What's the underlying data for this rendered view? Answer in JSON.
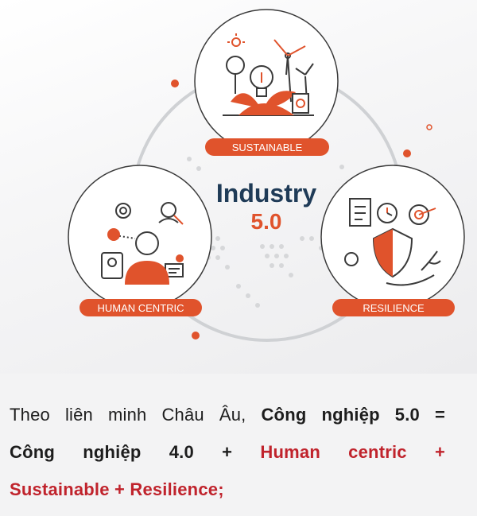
{
  "diagram": {
    "center_title": "Industry",
    "center_version": "5.0",
    "pillars": {
      "top": "SUSTAINABLE",
      "left": "HUMAN CENTRIC",
      "right": "RESILIENCE"
    },
    "colors": {
      "accent": "#e0532c",
      "navy": "#1f3b57",
      "outline": "#3a3a3a"
    }
  },
  "caption": {
    "l1_plain": "Theo liên minh Châu Âu, ",
    "l1_bold": "Công nghiệp 5.0 =",
    "l2_bold": "Công nghiệp 4.0 + ",
    "l2_red": "Human centric +",
    "l3_red": "Sustainable + Resilience;"
  }
}
